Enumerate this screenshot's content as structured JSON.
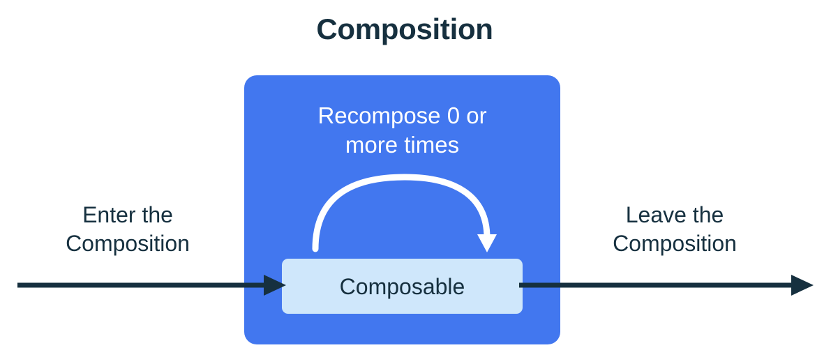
{
  "diagram": {
    "title": "Composition",
    "colors": {
      "background": "#ffffff",
      "composition_box": "#4277EF",
      "composable_box": "#CFE7FB",
      "text_dark": "#16303F",
      "text_light": "#ffffff",
      "arrow_dark": "#16303F",
      "arrow_light": "#ffffff"
    },
    "composition": {
      "recompose_caption_line1": "Recompose 0 or",
      "recompose_caption_line2": "more times",
      "recompose_caption": "Recompose 0 or more times",
      "recompose_arrow_icon": "curved-loop-arrow-icon",
      "composable_label": "Composable"
    },
    "enter": {
      "label_line1": "Enter the",
      "label_line2": "Composition",
      "label": "Enter the Composition",
      "arrow_icon": "arrow-right-icon"
    },
    "leave": {
      "label_line1": "Leave the",
      "label_line2": "Composition",
      "label": "Leave the Composition",
      "arrow_icon": "arrow-right-icon"
    }
  }
}
